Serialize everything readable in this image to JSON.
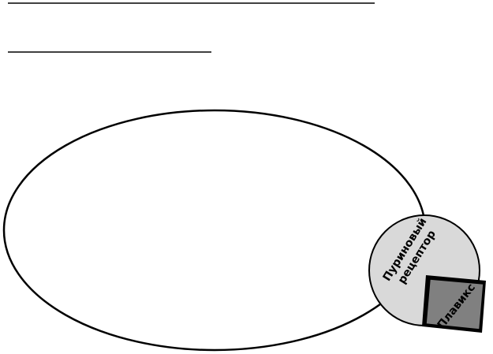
{
  "colors": {
    "stroke": "#000000",
    "background": "#ffffff",
    "receptor_fill": "#d9d9d9",
    "drug_fill": "#808080",
    "drug_shadow": "#000000"
  },
  "receptor": {
    "label_line1": "Пуриновый",
    "label_line2": "рецептор"
  },
  "drug": {
    "label": "Плавикс"
  }
}
